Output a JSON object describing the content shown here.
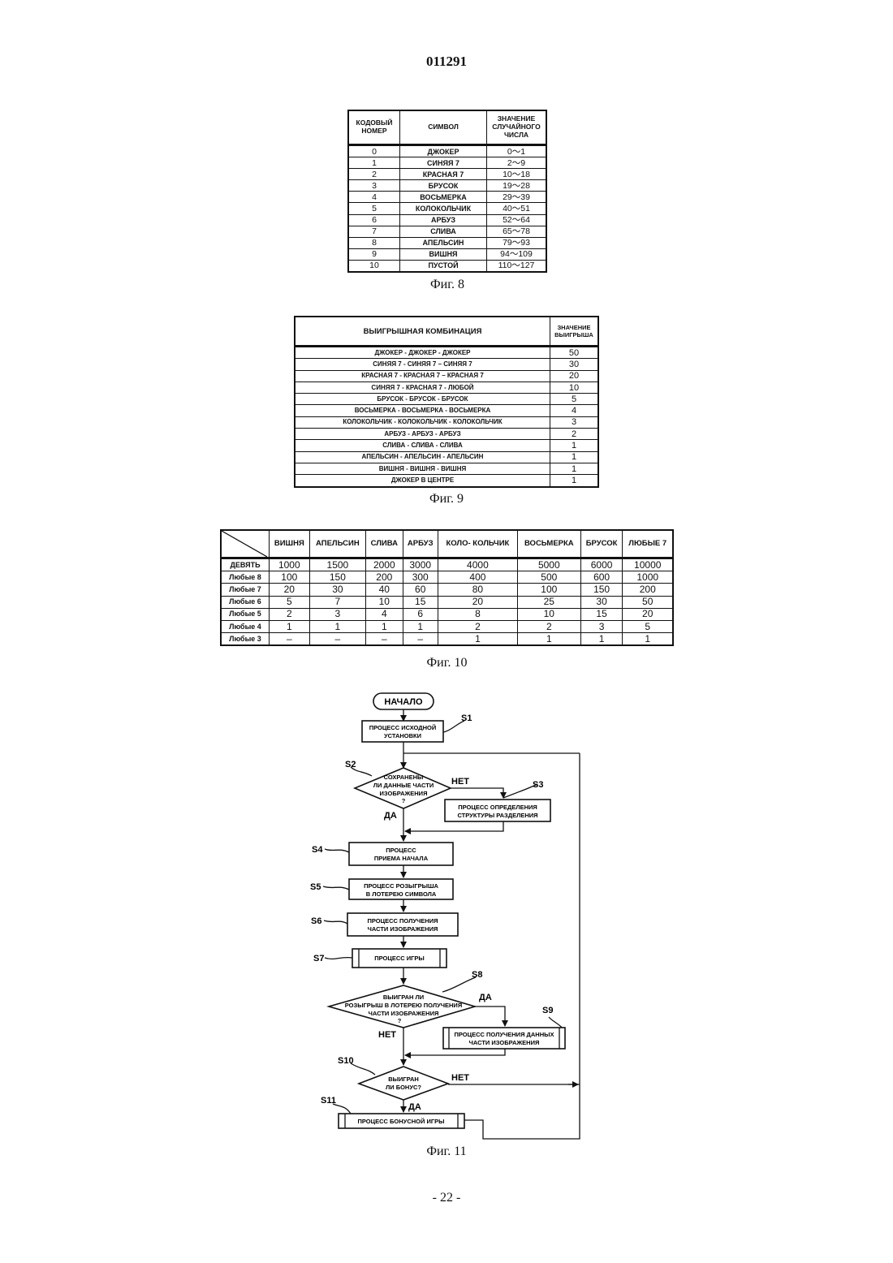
{
  "header": {
    "doc_number": "011291"
  },
  "fig8": {
    "caption": "Фиг. 8",
    "headers": [
      "КОДОВЫЙ НОМЕР",
      "СИМВОЛ",
      "ЗНАЧЕНИЕ СЛУЧАЙНОГО ЧИСЛА"
    ],
    "rows": [
      [
        "0",
        "ДЖОКЕР",
        "0〜1"
      ],
      [
        "1",
        "СИНЯЯ 7",
        "2〜9"
      ],
      [
        "2",
        "КРАСНАЯ 7",
        "10〜18"
      ],
      [
        "3",
        "БРУСОК",
        "19〜28"
      ],
      [
        "4",
        "ВОСЬМЕРКА",
        "29〜39"
      ],
      [
        "5",
        "КОЛОКОЛЬЧИК",
        "40〜51"
      ],
      [
        "6",
        "АРБУЗ",
        "52〜64"
      ],
      [
        "7",
        "СЛИВА",
        "65〜78"
      ],
      [
        "8",
        "АПЕЛЬСИН",
        "79〜93"
      ],
      [
        "9",
        "ВИШНЯ",
        "94〜109"
      ],
      [
        "10",
        "ПУСТОЙ",
        "110〜127"
      ]
    ]
  },
  "fig9": {
    "caption": "Фиг. 9",
    "headers": [
      "ВЫИГРЫШНАЯ КОМБИНАЦИЯ",
      "ЗНАЧЕНИЕ ВЫИГРЫША"
    ],
    "rows": [
      [
        "ДЖОКЕР - ДЖОКЕР - ДЖОКЕР",
        "50"
      ],
      [
        "СИНЯЯ 7 - СИНЯЯ 7 – СИНЯЯ 7",
        "30"
      ],
      [
        "КРАСНАЯ 7 - КРАСНАЯ 7 – КРАСНАЯ 7",
        "20"
      ],
      [
        "СИНЯЯ 7 - КРАСНАЯ 7 - ЛЮБОЙ",
        "10"
      ],
      [
        "БРУСОК - БРУСОК - БРУСОК",
        "5"
      ],
      [
        "ВОСЬМЕРКА - ВОСЬМЕРКА - ВОСЬМЕРКА",
        "4"
      ],
      [
        "КОЛОКОЛЬЧИК - КОЛОКОЛЬЧИК - КОЛОКОЛЬЧИК",
        "3"
      ],
      [
        "АРБУЗ - АРБУЗ - АРБУЗ",
        "2"
      ],
      [
        "СЛИВА - СЛИВА - СЛИВА",
        "1"
      ],
      [
        "АПЕЛЬСИН - АПЕЛЬСИН - АПЕЛЬСИН",
        "1"
      ],
      [
        "ВИШНЯ - ВИШНЯ - ВИШНЯ",
        "1"
      ],
      [
        "ДЖОКЕР В ЦЕНТРЕ",
        "1"
      ]
    ]
  },
  "fig10": {
    "caption": "Фиг. 10",
    "columns": [
      "ВИШНЯ",
      "АПЕЛЬСИН",
      "СЛИВА",
      "АРБУЗ",
      "КОЛО- КОЛЬЧИК",
      "ВОСЬМЕРКА",
      "БРУСОК",
      "ЛЮБЫЕ 7"
    ],
    "rows": [
      {
        "label": "ДЕВЯТЬ",
        "values": [
          "1000",
          "1500",
          "2000",
          "3000",
          "4000",
          "5000",
          "6000",
          "10000"
        ]
      },
      {
        "label": "Любые 8",
        "values": [
          "100",
          "150",
          "200",
          "300",
          "400",
          "500",
          "600",
          "1000"
        ]
      },
      {
        "label": "Любые 7",
        "values": [
          "20",
          "30",
          "40",
          "60",
          "80",
          "100",
          "150",
          "200"
        ]
      },
      {
        "label": "Любые 6",
        "values": [
          "5",
          "7",
          "10",
          "15",
          "20",
          "25",
          "30",
          "50"
        ]
      },
      {
        "label": "Любые 5",
        "values": [
          "2",
          "3",
          "4",
          "6",
          "8",
          "10",
          "15",
          "20"
        ]
      },
      {
        "label": "Любые 4",
        "values": [
          "1",
          "1",
          "1",
          "1",
          "2",
          "2",
          "3",
          "5"
        ]
      },
      {
        "label": "Любые 3",
        "values": [
          "–",
          "–",
          "–",
          "–",
          "1",
          "1",
          "1",
          "1"
        ]
      }
    ]
  },
  "fig11": {
    "caption": "Фиг. 11",
    "start": "НАЧАЛО",
    "s1": {
      "id": "S1",
      "line1": "ПРОЦЕСС ИСХОДНОЙ",
      "line2": "УСТАНОВКИ"
    },
    "s2": {
      "id": "S2",
      "line1": "СОХРАНЕНЫ",
      "line2": "ЛИ ДАННЫЕ ЧАСТИ",
      "line3": "ИЗОБРАЖЕНИЯ",
      "line4": "?",
      "yes": "ДА",
      "no": "НЕТ"
    },
    "s3": {
      "id": "S3",
      "line1": "ПРОЦЕСС ОПРЕДЕЛЕНИЯ",
      "line2": "СТРУКТУРЫ РАЗДЕЛЕНИЯ"
    },
    "s4": {
      "id": "S4",
      "line1": "ПРОЦЕСС",
      "line2": "ПРИЕМА НАЧАЛА"
    },
    "s5": {
      "id": "S5",
      "line1": "ПРОЦЕСС РОЗЫГРЫША",
      "line2": "В ЛОТЕРЕЮ СИМВОЛА"
    },
    "s6": {
      "id": "S6",
      "line1": "ПРОЦЕСС ПОЛУЧЕНИЯ",
      "line2": "ЧАСТИ ИЗОБРАЖЕНИЯ"
    },
    "s7": {
      "id": "S7",
      "line1": "ПРОЦЕСС ИГРЫ"
    },
    "s8": {
      "id": "S8",
      "line1": "ВЫИГРАН ЛИ",
      "line2": "РОЗЫГРЫШ В ЛОТЕРЕЮ ПОЛУЧЕНИЯ",
      "line3": "ЧАСТИ ИЗОБРАЖЕНИЯ",
      "line4": "?",
      "yes": "ДА",
      "no": "НЕТ"
    },
    "s9": {
      "id": "S9",
      "line1": "ПРОЦЕСС ПОЛУЧЕНИЯ ДАННЫХ",
      "line2": "ЧАСТИ ИЗОБРАЖЕНИЯ"
    },
    "s10": {
      "id": "S10",
      "line1": "ВЫИГРАН",
      "line2": "ЛИ БОНУС?",
      "yes": "ДА",
      "no": "НЕТ"
    },
    "s11": {
      "id": "S11",
      "line1": "ПРОЦЕСС БОНУСНОЙ ИГРЫ"
    }
  },
  "footer": {
    "page_number": "- 22 -"
  }
}
